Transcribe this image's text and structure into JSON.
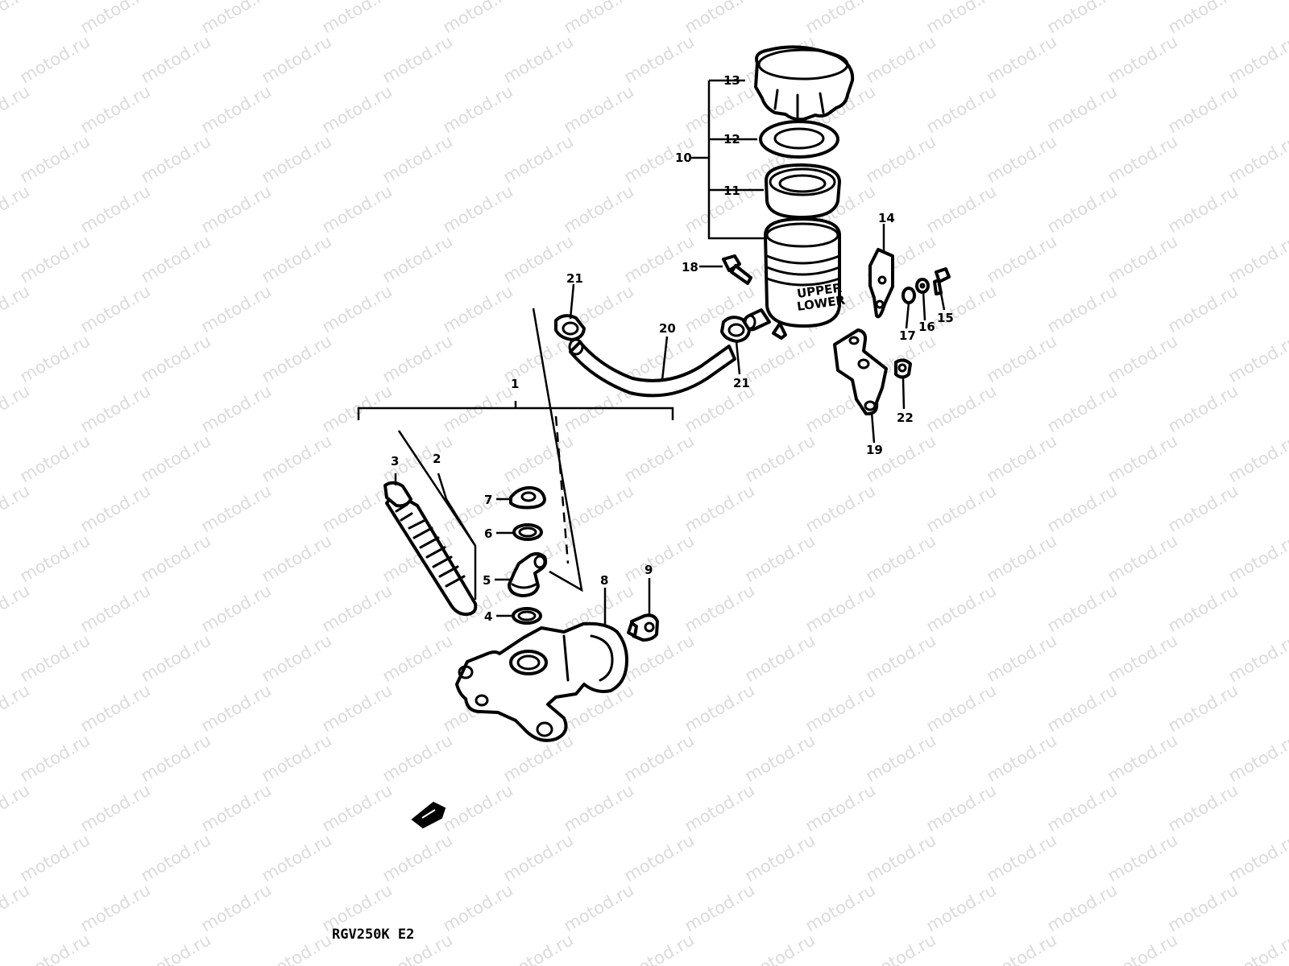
{
  "watermark": "motod.ru",
  "model_code": "RGV250K E2",
  "callouts": [
    "1",
    "2",
    "3",
    "4",
    "5",
    "6",
    "7",
    "8",
    "9",
    "10",
    "11",
    "12",
    "13",
    "14",
    "15",
    "16",
    "17",
    "18",
    "19",
    "20",
    "21",
    "21",
    "22"
  ],
  "reservoir_marks": {
    "upper": "UPPER",
    "lower": "LOWER"
  }
}
